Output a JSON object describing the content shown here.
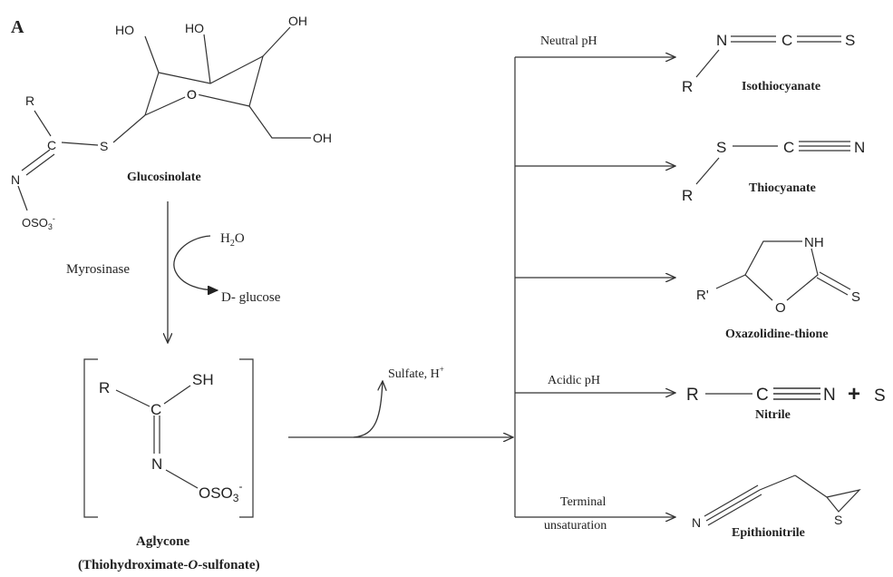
{
  "panel_label": "A",
  "glucosinolate": {
    "name": "Glucosinolate",
    "atoms": {
      "ho1": "HO",
      "ho2": "HO",
      "oh1": "OH",
      "oh2": "OH",
      "ring_o": "O",
      "s": "S",
      "r": "R",
      "c": "C",
      "n": "N",
      "oso3": "OSO",
      "oso3_sub": "3",
      "oso3_sup": "-"
    }
  },
  "enzyme_step": {
    "enzyme": "Myrosinase",
    "water": "H",
    "water_sub": "2",
    "water_tail": "O",
    "product": "D- glucose"
  },
  "aglycone": {
    "name": "Aglycone",
    "alt_name_pre": "(Thiohydroximate-",
    "alt_name_italic": "O",
    "alt_name_post": "-sulfonate)",
    "atoms": {
      "r": "R",
      "sh": "SH",
      "c": "C",
      "n": "N",
      "oso3": "OSO",
      "oso3_sub": "3",
      "oso3_sup": "-"
    }
  },
  "release": {
    "text": "Sulfate, H",
    "sup": "+"
  },
  "conditions": {
    "neutral": "Neutral pH",
    "acidic": "Acidic pH",
    "terminal_1": "Terminal",
    "terminal_2": "unsaturation"
  },
  "products": {
    "isothiocyanate": {
      "name": "Isothiocyanate",
      "atoms": {
        "n": "N",
        "c": "C",
        "s": "S",
        "r": "R"
      }
    },
    "thiocyanate": {
      "name": "Thiocyanate",
      "atoms": {
        "s": "S",
        "c": "C",
        "n": "N",
        "r": "R"
      }
    },
    "oxazolidine": {
      "name": "Oxazolidine-thione",
      "atoms": {
        "nh": "NH",
        "rp": "R'",
        "o": "O",
        "s": "S"
      }
    },
    "nitrile": {
      "name": "Nitrile",
      "atoms": {
        "r": "R",
        "c": "C",
        "n": "N",
        "plus": "+",
        "s": "S"
      }
    },
    "epithionitrile": {
      "name": "Epithionitrile",
      "atoms": {
        "n": "N",
        "s": "S"
      }
    }
  }
}
